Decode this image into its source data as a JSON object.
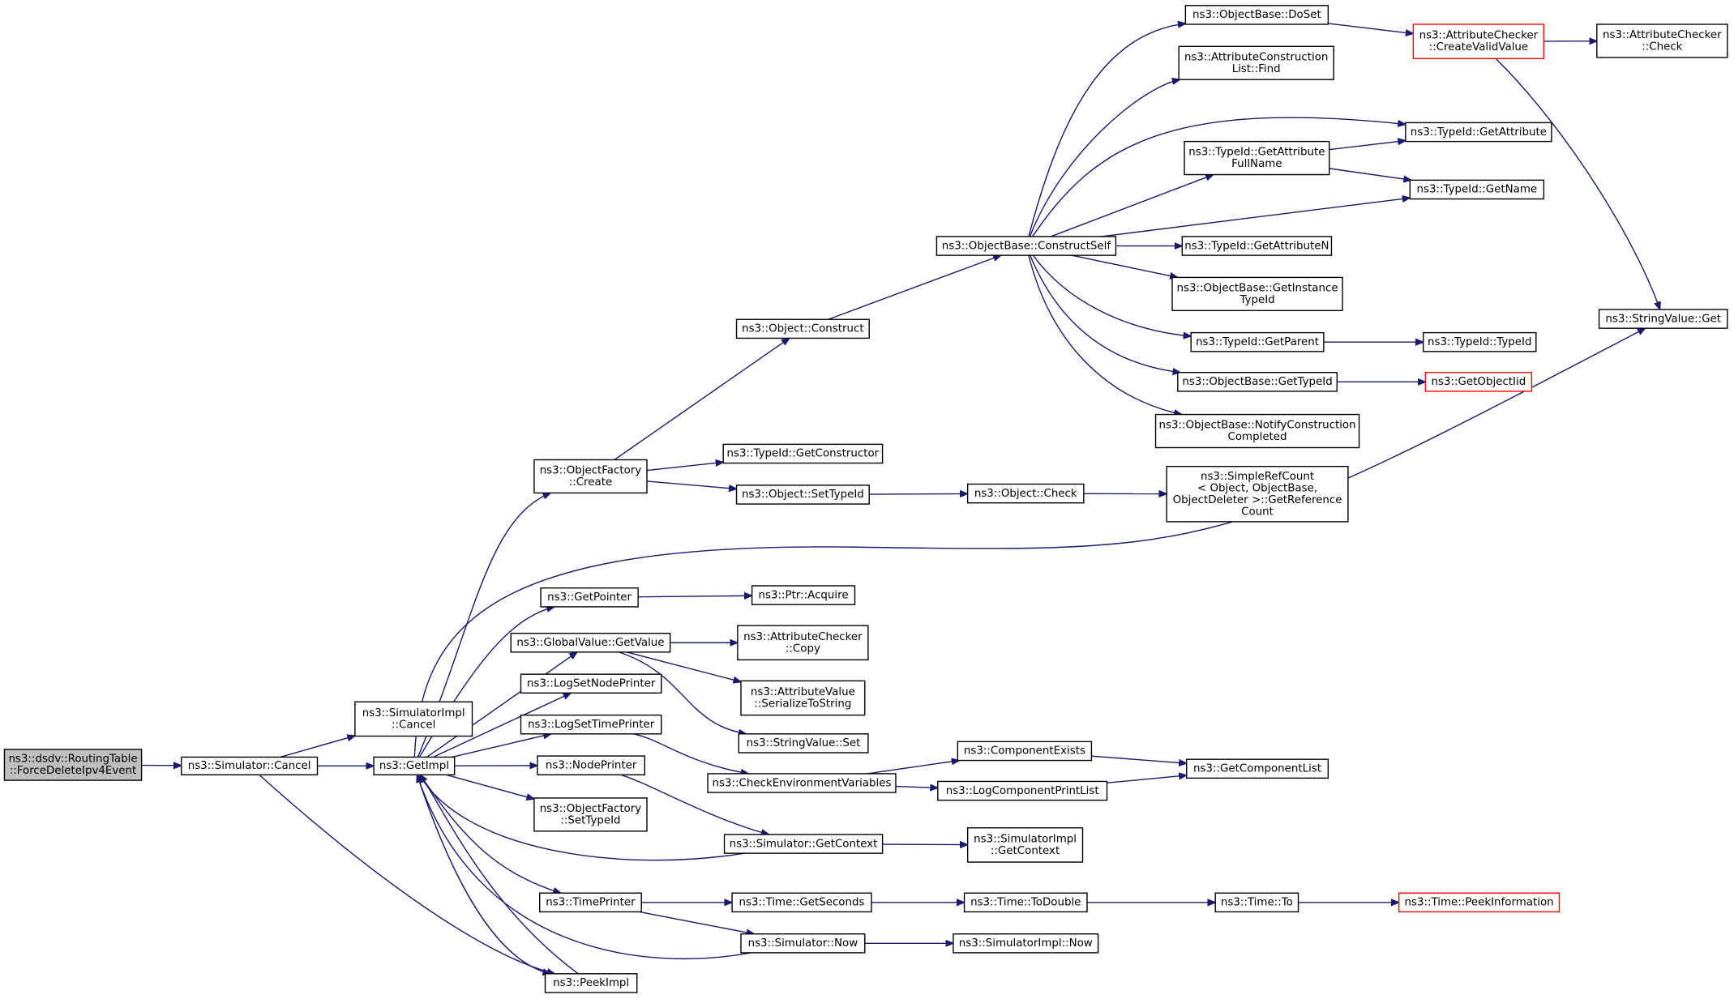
{
  "colors": {
    "edge": "#191970",
    "root_fill": "#bfbfbf",
    "truncated_border": "#ff0000",
    "border": "#000000"
  },
  "nodes": [
    {
      "id": "root",
      "lines": [
        "ns3::dsdv::RoutingTable",
        "::ForceDeleteIpv4Event"
      ],
      "root": true
    },
    {
      "id": "simcancel",
      "lines": [
        "ns3::Simulator::Cancel"
      ]
    },
    {
      "id": "implcancel",
      "lines": [
        "ns3::SimulatorImpl",
        "::Cancel"
      ]
    },
    {
      "id": "getimpl",
      "lines": [
        "ns3::GetImpl"
      ]
    },
    {
      "id": "peekimpl",
      "lines": [
        "ns3::PeekImpl"
      ]
    },
    {
      "id": "ofcreate",
      "lines": [
        "ns3::ObjectFactory",
        "::Create"
      ]
    },
    {
      "id": "getpointer",
      "lines": [
        "ns3::GetPointer"
      ]
    },
    {
      "id": "gvget",
      "lines": [
        "ns3::GlobalValue::GetValue"
      ]
    },
    {
      "id": "lognode",
      "lines": [
        "ns3::LogSetNodePrinter"
      ]
    },
    {
      "id": "logtime",
      "lines": [
        "ns3::LogSetTimePrinter"
      ]
    },
    {
      "id": "nodeprinter",
      "lines": [
        "ns3::NodePrinter"
      ]
    },
    {
      "id": "ofsettype",
      "lines": [
        "ns3::ObjectFactory",
        "::SetTypeId"
      ]
    },
    {
      "id": "timeprinter",
      "lines": [
        "ns3::TimePrinter"
      ]
    },
    {
      "id": "objconstruct",
      "lines": [
        "ns3::Object::Construct"
      ]
    },
    {
      "id": "getconstructor",
      "lines": [
        "ns3::TypeId::GetConstructor"
      ]
    },
    {
      "id": "objsettype",
      "lines": [
        "ns3::Object::SetTypeId"
      ]
    },
    {
      "id": "ptracquire",
      "lines": [
        "ns3::Ptr::Acquire"
      ]
    },
    {
      "id": "accopy",
      "lines": [
        "ns3::AttributeChecker",
        "::Copy"
      ]
    },
    {
      "id": "avser",
      "lines": [
        "ns3::AttributeValue",
        "::SerializeToString"
      ]
    },
    {
      "id": "svset",
      "lines": [
        "ns3::StringValue::Set"
      ]
    },
    {
      "id": "checkenv",
      "lines": [
        "ns3::CheckEnvironmentVariables"
      ]
    },
    {
      "id": "simctx",
      "lines": [
        "ns3::Simulator::GetContext"
      ]
    },
    {
      "id": "getseconds",
      "lines": [
        "ns3::Time::GetSeconds"
      ]
    },
    {
      "id": "simnow",
      "lines": [
        "ns3::Simulator::Now"
      ]
    },
    {
      "id": "constructself",
      "lines": [
        "ns3::ObjectBase::ConstructSelf"
      ]
    },
    {
      "id": "objcheck",
      "lines": [
        "ns3::Object::Check"
      ]
    },
    {
      "id": "compexists",
      "lines": [
        "ns3::ComponentExists"
      ]
    },
    {
      "id": "logprint",
      "lines": [
        "ns3::LogComponentPrintList"
      ]
    },
    {
      "id": "implctx",
      "lines": [
        "ns3::SimulatorImpl",
        "::GetContext"
      ]
    },
    {
      "id": "todouble",
      "lines": [
        "ns3::Time::ToDouble"
      ]
    },
    {
      "id": "implnow",
      "lines": [
        "ns3::SimulatorImpl::Now"
      ]
    },
    {
      "id": "doset",
      "lines": [
        "ns3::ObjectBase::DoSet"
      ]
    },
    {
      "id": "acfind",
      "lines": [
        "ns3::AttributeConstruction",
        "List::Find"
      ]
    },
    {
      "id": "tgafull",
      "lines": [
        "ns3::TypeId::GetAttribute",
        "FullName"
      ]
    },
    {
      "id": "tgan",
      "lines": [
        "ns3::TypeId::GetAttributeN"
      ]
    },
    {
      "id": "obgit",
      "lines": [
        "ns3::ObjectBase::GetInstance",
        "TypeId"
      ]
    },
    {
      "id": "tgparent",
      "lines": [
        "ns3::TypeId::GetParent"
      ]
    },
    {
      "id": "obgettid",
      "lines": [
        "ns3::ObjectBase::GetTypeId"
      ]
    },
    {
      "id": "obnotify",
      "lines": [
        "ns3::ObjectBase::NotifyConstruction",
        "Completed"
      ]
    },
    {
      "id": "refcount",
      "lines": [
        "ns3::SimpleRefCount",
        "< Object, ObjectBase,",
        "ObjectDeleter >::GetReference",
        "Count"
      ]
    },
    {
      "id": "getcomplist",
      "lines": [
        "ns3::GetComponentList"
      ]
    },
    {
      "id": "timeto",
      "lines": [
        "ns3::Time::To"
      ]
    },
    {
      "id": "accreate",
      "lines": [
        "ns3::AttributeChecker",
        "::CreateValidValue"
      ],
      "truncated": true
    },
    {
      "id": "tgattr",
      "lines": [
        "ns3::TypeId::GetAttribute"
      ]
    },
    {
      "id": "tgname",
      "lines": [
        "ns3::TypeId::GetName"
      ]
    },
    {
      "id": "tidtid",
      "lines": [
        "ns3::TypeId::TypeId"
      ]
    },
    {
      "id": "getobjiid",
      "lines": [
        "ns3::GetObjectIid"
      ],
      "truncated": true
    },
    {
      "id": "peekinfo",
      "lines": [
        "ns3::Time::PeekInformation"
      ],
      "truncated": true
    },
    {
      "id": "accheck",
      "lines": [
        "ns3::AttributeChecker",
        "::Check"
      ]
    },
    {
      "id": "svget",
      "lines": [
        "ns3::StringValue::Get"
      ]
    }
  ],
  "edges": [
    [
      "root",
      "simcancel"
    ],
    [
      "simcancel",
      "implcancel"
    ],
    [
      "simcancel",
      "getimpl"
    ],
    [
      "simcancel",
      "peekimpl"
    ],
    [
      "getimpl",
      "ofcreate"
    ],
    [
      "getimpl",
      "svget"
    ],
    [
      "getimpl",
      "getpointer"
    ],
    [
      "getimpl",
      "gvget"
    ],
    [
      "getimpl",
      "lognode"
    ],
    [
      "getimpl",
      "logtime"
    ],
    [
      "getimpl",
      "nodeprinter"
    ],
    [
      "getimpl",
      "ofsettype"
    ],
    [
      "getimpl",
      "timeprinter"
    ],
    [
      "getimpl",
      "peekimpl"
    ],
    [
      "simctx",
      "getimpl"
    ],
    [
      "simnow",
      "getimpl"
    ],
    [
      "peekimpl",
      "getimpl"
    ],
    [
      "ofcreate",
      "objconstruct"
    ],
    [
      "ofcreate",
      "getconstructor"
    ],
    [
      "ofcreate",
      "objsettype"
    ],
    [
      "objconstruct",
      "constructself"
    ],
    [
      "objsettype",
      "objcheck"
    ],
    [
      "objcheck",
      "refcount"
    ],
    [
      "getpointer",
      "ptracquire"
    ],
    [
      "gvget",
      "accopy"
    ],
    [
      "gvget",
      "avser"
    ],
    [
      "gvget",
      "svset"
    ],
    [
      "logtime",
      "checkenv"
    ],
    [
      "nodeprinter",
      "simctx"
    ],
    [
      "checkenv",
      "compexists"
    ],
    [
      "checkenv",
      "logprint"
    ],
    [
      "compexists",
      "getcomplist"
    ],
    [
      "logprint",
      "getcomplist"
    ],
    [
      "simctx",
      "implctx"
    ],
    [
      "timeprinter",
      "getseconds"
    ],
    [
      "timeprinter",
      "simnow"
    ],
    [
      "getseconds",
      "todouble"
    ],
    [
      "todouble",
      "timeto"
    ],
    [
      "timeto",
      "peekinfo"
    ],
    [
      "simnow",
      "implnow"
    ],
    [
      "constructself",
      "doset"
    ],
    [
      "constructself",
      "acfind"
    ],
    [
      "constructself",
      "tgattr"
    ],
    [
      "constructself",
      "tgafull"
    ],
    [
      "constructself",
      "tgname"
    ],
    [
      "constructself",
      "tgan"
    ],
    [
      "constructself",
      "obgit"
    ],
    [
      "constructself",
      "tgparent"
    ],
    [
      "constructself",
      "obgettid"
    ],
    [
      "constructself",
      "obnotify"
    ],
    [
      "tgafull",
      "tgattr"
    ],
    [
      "tgafull",
      "tgname"
    ],
    [
      "tgparent",
      "tidtid"
    ],
    [
      "obgettid",
      "getobjiid"
    ],
    [
      "doset",
      "accreate"
    ],
    [
      "accreate",
      "accheck"
    ],
    [
      "accreate",
      "svget"
    ]
  ]
}
